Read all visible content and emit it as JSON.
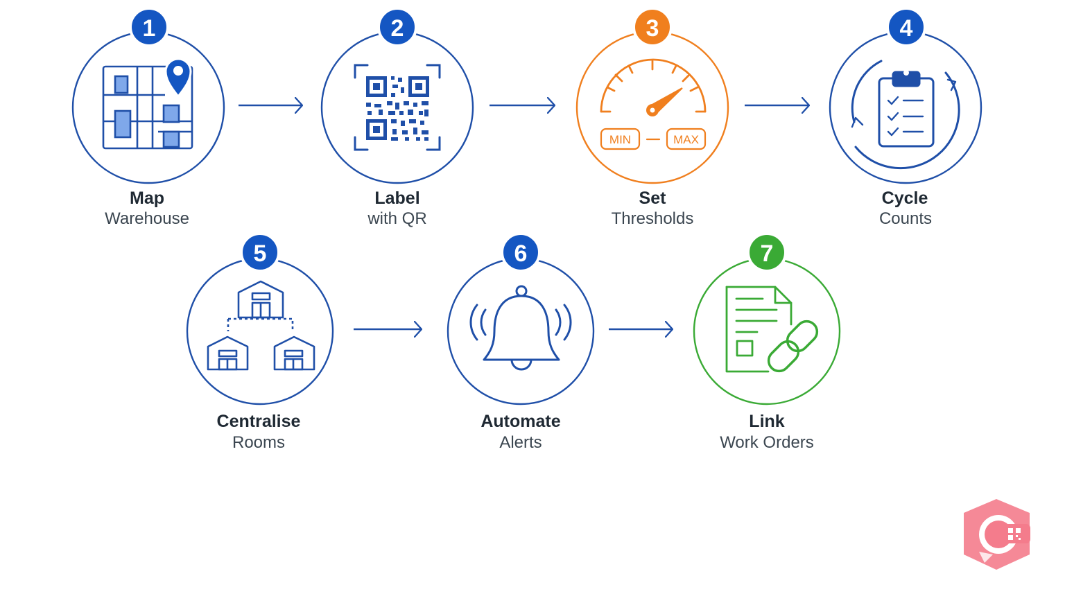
{
  "colors": {
    "blue": "#1f4fa8",
    "badge_blue": "#1456c2",
    "light_blue": "#7fa8ea",
    "orange": "#f07f1e",
    "green": "#3aaa35",
    "logo_pink": "#f47c8c"
  },
  "steps": [
    {
      "number": "1",
      "title": "Map",
      "subtitle": "Warehouse",
      "icon": "warehouse-map-pin-icon",
      "color": "blue"
    },
    {
      "number": "2",
      "title": "Label",
      "subtitle": "with QR",
      "icon": "qr-code-icon",
      "color": "blue"
    },
    {
      "number": "3",
      "title": "Set",
      "subtitle": "Thresholds",
      "icon": "gauge-icon",
      "color": "orange"
    },
    {
      "number": "4",
      "title": "Cycle",
      "subtitle": "Counts",
      "icon": "clipboard-cycle-icon",
      "color": "blue"
    },
    {
      "number": "5",
      "title": "Centralise",
      "subtitle": "Rooms",
      "icon": "warehouse-network-icon",
      "color": "blue"
    },
    {
      "number": "6",
      "title": "Automate",
      "subtitle": "Alerts",
      "icon": "bell-icon",
      "color": "blue"
    },
    {
      "number": "7",
      "title": "Link",
      "subtitle": "Work Orders",
      "icon": "document-link-icon",
      "color": "green"
    }
  ],
  "gauge": {
    "min_label": "MIN",
    "max_label": "MAX"
  },
  "logo": {
    "icon": "brand-logo-icon"
  }
}
